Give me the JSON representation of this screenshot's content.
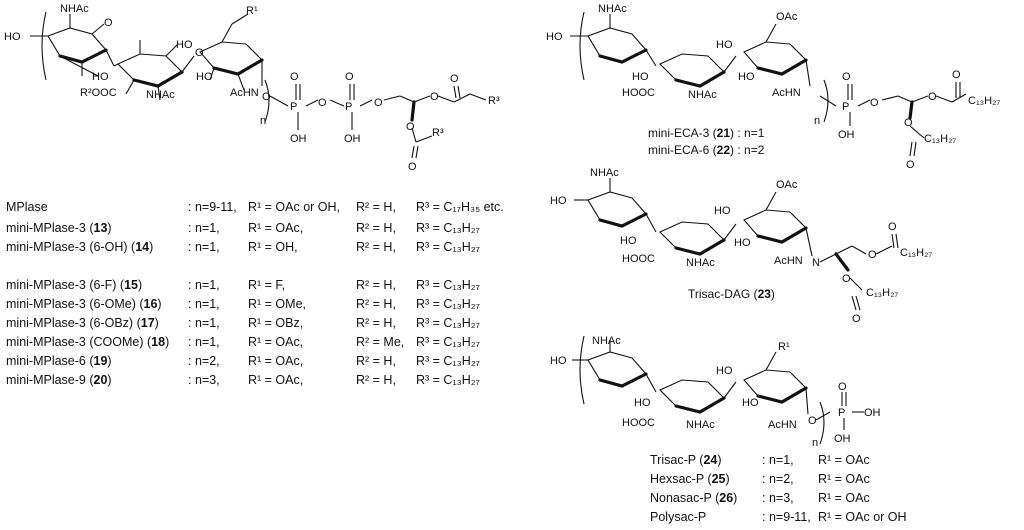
{
  "struct_labels": {
    "nhac": "NHAc",
    "ho": "HO",
    "oac": "OAc",
    "acHN": "AcHN",
    "hooc": "HOOC",
    "r2ooc": "R²OOC",
    "r1": "R¹",
    "r3": "R³",
    "n": "n",
    "oh": "OH",
    "p": "P",
    "o": "O",
    "c13h27": "C₁₃H₂₇"
  },
  "right_compounds": {
    "eca3": "mini-ECA-3 (",
    "eca3_num": "21",
    "eca3_tail": ") : n=1",
    "eca6": "mini-ECA-6 (",
    "eca6_num": "22",
    "eca6_tail": ") : n=2",
    "trisac_dag": "Trisac-DAG (",
    "trisac_dag_num": "23",
    "trisac_dag_tail": ")"
  },
  "left_table": {
    "rows": [
      {
        "name": "MPlase",
        "num": "",
        "close": "",
        "n": ": n=9-11,",
        "r1": "R¹ = OAc or OH,",
        "r2": "R² = H,",
        "r3": "R³ = C₁₇H₃₅ etc."
      },
      {
        "name": "mini-MPlase-3 (",
        "num": "13",
        "close": ")",
        "n": ": n=1,",
        "r1": "R¹ = OAc,",
        "r2": "R² = H,",
        "r3": "R³ = C₁₃H₂₇"
      },
      {
        "name": "mini-MPlase-3 (6-OH) (",
        "num": "14",
        "close": ")",
        "n": ": n=1,",
        "r1": "R¹ = OH,",
        "r2": "R² = H,",
        "r3": "R³ = C₁₃H₂₇"
      },
      {
        "name": "mini-MPlase-3 (6-F) (",
        "num": "15",
        "close": ")",
        "n": ": n=1,",
        "r1": "R¹ = F,",
        "r2": "R² = H,",
        "r3": "R³ = C₁₃H₂₇"
      },
      {
        "name": "mini-MPlase-3 (6-OMe) (",
        "num": "16",
        "close": ")",
        "n": ": n=1,",
        "r1": "R¹ = OMe,",
        "r2": "R² = H,",
        "r3": "R³ = C₁₃H₂₇"
      },
      {
        "name": "mini-MPlase-3 (6-OBz) (",
        "num": "17",
        "close": ")",
        "n": ": n=1,",
        "r1": "R¹ = OBz,",
        "r2": "R² = H,",
        "r3": "R³ = C₁₃H₂₇"
      },
      {
        "name": "mini-MPlase-3 (COOMe) (",
        "num": "18",
        "close": ")",
        "n": ": n=1,",
        "r1": "R¹ = OAc,",
        "r2": "R² = Me,",
        "r3": "R³ = C₁₃H₂₇"
      },
      {
        "name": "mini-MPlase-6 (",
        "num": "19",
        "close": ")",
        "n": ": n=2,",
        "r1": "R¹ = OAc,",
        "r2": "R² = H,",
        "r3": "R³ = C₁₃H₂₇"
      },
      {
        "name": "mini-MPlase-9 (",
        "num": "20",
        "close": ")",
        "n": ": n=3,",
        "r1": "R¹ = OAc,",
        "r2": "R² = H,",
        "r3": "R³ = C₁₃H₂₇"
      }
    ]
  },
  "phosphate_table": {
    "rows": [
      {
        "name": "Trisac-P (",
        "num": "24",
        "close": ")",
        "n": ": n=1,",
        "r1": "R¹ = OAc"
      },
      {
        "name": "Hexsac-P (",
        "num": "25",
        "close": ")",
        "n": ": n=2,",
        "r1": "R¹ = OAc"
      },
      {
        "name": "Nonasac-P (",
        "num": "26",
        "close": ")",
        "n": ": n=3,",
        "r1": "R¹ = OAc"
      },
      {
        "name": "Polysac-P",
        "num": "",
        "close": "",
        "n": ": n=9-11,",
        "r1": "R¹ = OAc or OH"
      }
    ]
  }
}
